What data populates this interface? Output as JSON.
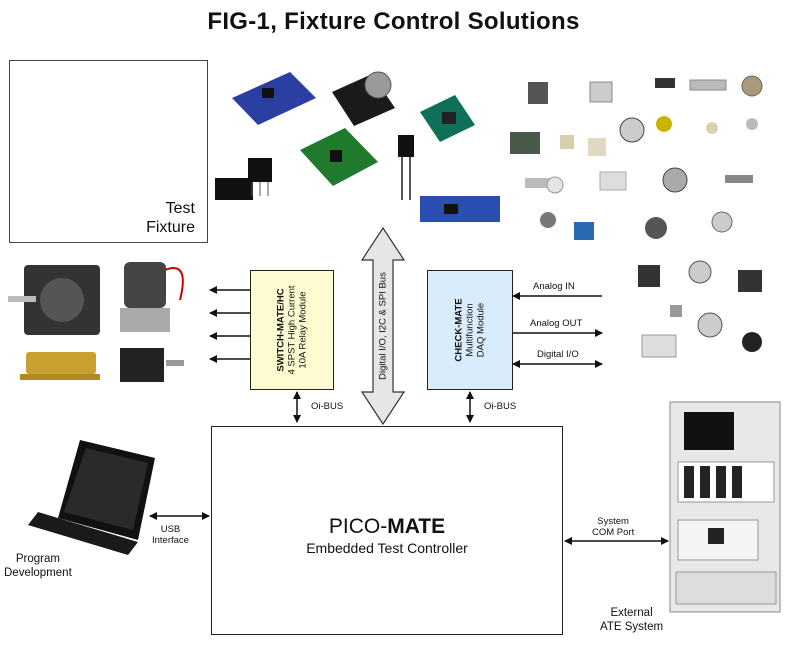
{
  "title": "FIG-1, Fixture Control Solutions",
  "test_fixture": {
    "line1": "Test",
    "line2": "Fixture"
  },
  "switch_mate": {
    "name_prefix": "SWITCH-",
    "name_bold": "MATE",
    "name_suffix": "/HC",
    "line2": "4 SPST High Current",
    "line3": "10A Relay Module"
  },
  "check_mate": {
    "name_prefix": "CHECK-",
    "name_bold": "MATE",
    "line2": "Multifunction",
    "line3": "DAQ Module"
  },
  "bus_label": "Digital I/O, I2C & SPI Bus",
  "oi_bus_left": "Oi-BUS",
  "oi_bus_right": "Oi-BUS",
  "signals": {
    "analog_in": "Analog IN",
    "analog_out": "Analog OUT",
    "digital_io": "Digital I/O"
  },
  "pico_mate": {
    "name_prefix": "PICO-",
    "name_bold": "MATE",
    "subtitle": "Embedded Test Controller"
  },
  "usb": {
    "line1": "USB",
    "line2": "Interface"
  },
  "program_dev": {
    "line1": "Program",
    "line2": "Development"
  },
  "system_com": {
    "line1": "System",
    "line2": "COM Port"
  },
  "ate": {
    "line1": "External",
    "line2": "ATE System"
  },
  "colors": {
    "switch_fill": "#fdfbd0",
    "check_fill": "#d8ecfb",
    "bus_arrow_fill": "#e6e6e6"
  }
}
